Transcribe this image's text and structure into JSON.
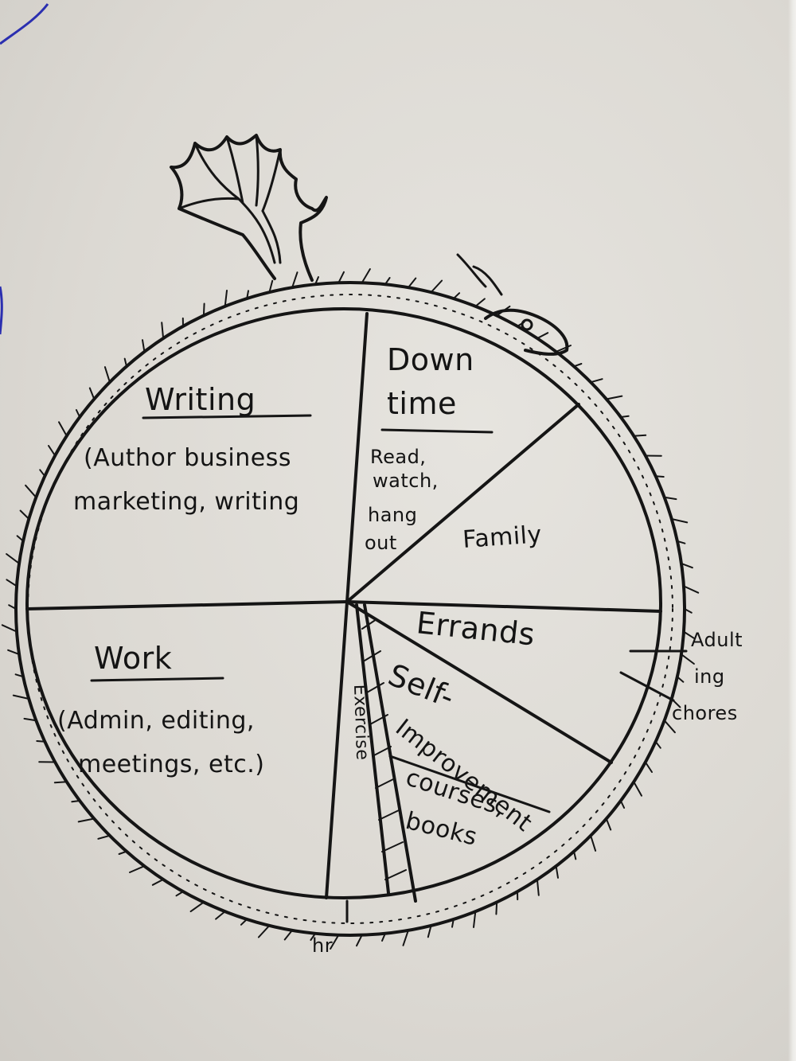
{
  "diagram": {
    "segments": [
      {
        "id": "writing",
        "title": "Writing",
        "lines": [
          "(Author business",
          "marketing, writing"
        ]
      },
      {
        "id": "downtime",
        "title_lines": [
          "Down",
          "time"
        ],
        "lines": [
          "Read,",
          "watch,",
          "hang",
          "out"
        ]
      },
      {
        "id": "family",
        "title": "Family"
      },
      {
        "id": "errands",
        "title": "Errands"
      },
      {
        "id": "self-improvement",
        "title_lines": [
          "Self-",
          "Improvement"
        ],
        "lines": [
          "courses,",
          "books"
        ]
      },
      {
        "id": "exercise",
        "title": "Exercise"
      },
      {
        "id": "work",
        "title": "Work",
        "lines": [
          "(Admin, editing,",
          "meetings, etc.)"
        ]
      }
    ],
    "annotations": {
      "adulting": [
        "Adult",
        "ing",
        "chores"
      ],
      "hour": "hr"
    }
  },
  "colors": {
    "ink": "#151515",
    "paper": "#e2dfda",
    "pen_blue": "#2b2fb0"
  }
}
